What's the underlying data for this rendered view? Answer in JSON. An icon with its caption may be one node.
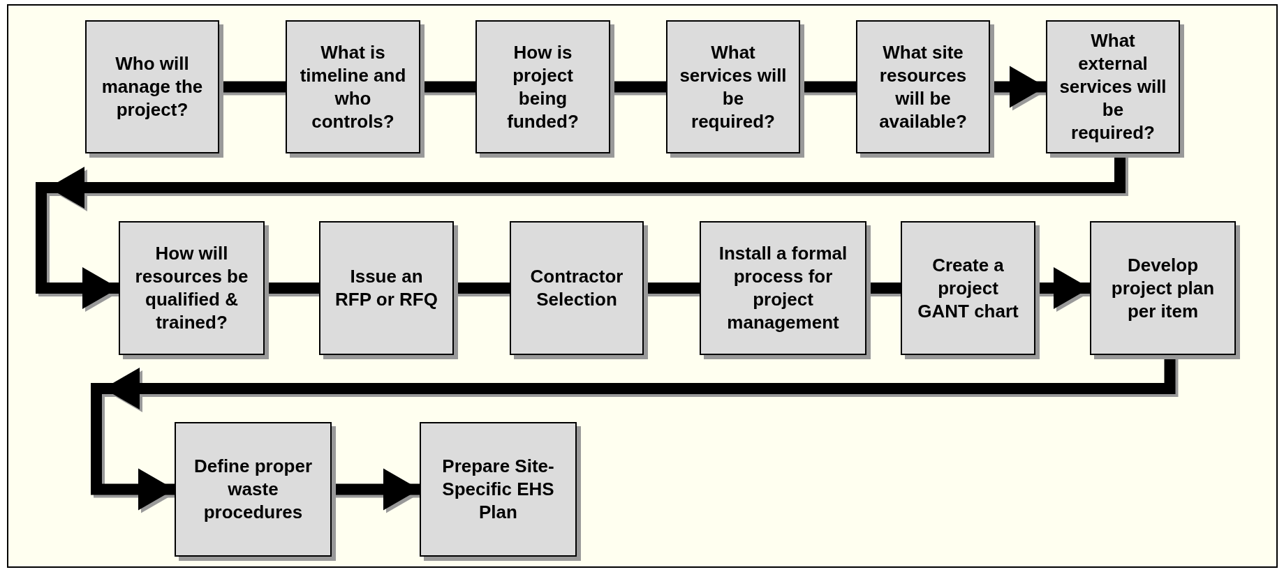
{
  "diagram": {
    "nodes": [
      {
        "text": [
          "Who will manage the project?"
        ]
      },
      {
        "text": [
          "What is timeline and who controls?"
        ]
      },
      {
        "text": [
          "How is project being funded?"
        ]
      },
      {
        "text": [
          "What services will be required?"
        ]
      },
      {
        "text": [
          "What site resources will be available?"
        ]
      },
      {
        "text": [
          "What external services will be required?"
        ]
      },
      {
        "text": [
          "How will resources be qualified & trained?"
        ]
      },
      {
        "text": [
          "Issue an RFP or RFQ"
        ]
      },
      {
        "text": [
          "Contractor Selection"
        ]
      },
      {
        "text": [
          "Install a formal process for project management"
        ]
      },
      {
        "text": [
          "Create a project GANT chart"
        ]
      },
      {
        "text": [
          "Develop project plan per item"
        ]
      },
      {
        "text": [
          "Define proper waste procedures"
        ]
      },
      {
        "text": [
          "Prepare Site-Specific EHS Plan"
        ]
      }
    ],
    "edges": [
      {
        "from": 0,
        "to": 1,
        "arrow": "none"
      },
      {
        "from": 1,
        "to": 2,
        "arrow": "none"
      },
      {
        "from": 2,
        "to": 3,
        "arrow": "none"
      },
      {
        "from": 3,
        "to": 4,
        "arrow": "none"
      },
      {
        "from": 4,
        "to": 5,
        "arrow": "to"
      },
      {
        "from": 5,
        "to": 6,
        "arrow": "to"
      },
      {
        "from": 6,
        "to": 7,
        "arrow": "none"
      },
      {
        "from": 7,
        "to": 8,
        "arrow": "none"
      },
      {
        "from": 8,
        "to": 9,
        "arrow": "none"
      },
      {
        "from": 9,
        "to": 10,
        "arrow": "none"
      },
      {
        "from": 10,
        "to": 11,
        "arrow": "to"
      },
      {
        "from": 11,
        "to": 12,
        "arrow": "to"
      },
      {
        "from": 12,
        "to": 13,
        "arrow": "to"
      }
    ]
  }
}
